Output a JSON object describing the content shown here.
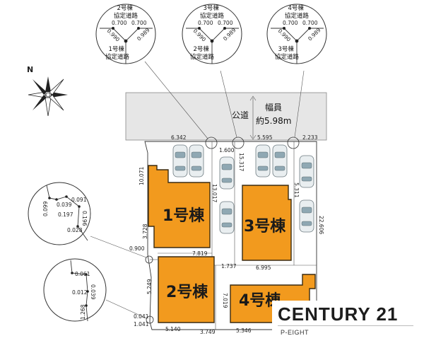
{
  "compass": {
    "north_label": "N"
  },
  "road": {
    "name": "公道",
    "width_label": "幅員",
    "width_value": "約5.98m"
  },
  "buildings": [
    {
      "id": "b1",
      "label": "1号棟"
    },
    {
      "id": "b2",
      "label": "2号棟"
    },
    {
      "id": "b3",
      "label": "3号棟"
    },
    {
      "id": "b4",
      "label": "4号棟"
    }
  ],
  "detail_circles": [
    {
      "top_label": "2号棟\n協定道路",
      "bottom_label": "1号棟\n協定道路",
      "dims": [
        "0.700",
        "0.700",
        "0.990",
        "0.989"
      ]
    },
    {
      "top_label": "3号棟\n協定道路",
      "bottom_label": "2号棟\n協定道路",
      "dims": [
        "0.700",
        "0.700",
        "0.990",
        "0.989"
      ]
    },
    {
      "top_label": "4号棟\n協定道路",
      "bottom_label": "3号棟\n協定道路",
      "dims": [
        "0.700",
        "0.700",
        "0.990",
        "0.989"
      ]
    }
  ],
  "left_details": {
    "upper": [
      "0.099",
      "0.039",
      "0.091",
      "0.197",
      "0.196",
      "0.028"
    ],
    "lower": [
      "0.061",
      "0.012",
      "0.039",
      "1.268"
    ]
  },
  "dimensions": {
    "d6342": "6.342",
    "d5595": "5.595",
    "d2233": "2.233",
    "d1600": "1.600",
    "d15317": "15.317",
    "d10071": "10.071",
    "d13017": "13.017",
    "d5311": "5.311",
    "d22606": "22.606",
    "d3728": "3.728",
    "d0900": "0.900",
    "d7819": "7.819",
    "d1737": "1.737",
    "d6995": "6.995",
    "d5249": "5.249",
    "d7019": "7.019",
    "d0041": "0.041",
    "d1041": "1.041",
    "d5140": "5.140",
    "d3749": "3.749",
    "d5346": "5.346"
  },
  "logo": {
    "brand": "CENTURY 21",
    "sub": "P-EIGHT"
  },
  "colors": {
    "building": "#f29a1e",
    "road": "#e6e6e6"
  }
}
